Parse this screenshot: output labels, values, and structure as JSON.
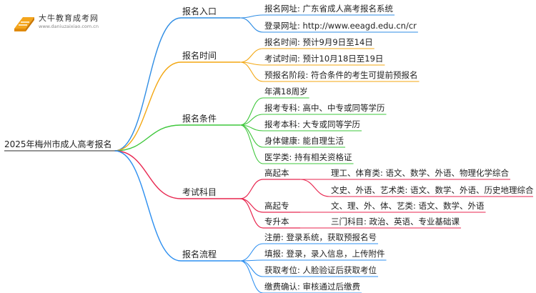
{
  "brand": {
    "name": "大牛教育成考网",
    "url_text": "www.daniuzaixiao.com.cn"
  },
  "root": {
    "label": "2025年梅州市成人高考报名"
  },
  "branches": [
    {
      "label": "报名入口",
      "color": "#2f8de4",
      "children": [
        {
          "label": "报名网址: 广东省成人高考报名系统"
        },
        {
          "label": "登录网址: http://www.eeagd.edu.cn/cr"
        }
      ]
    },
    {
      "label": "报名时间",
      "color": "#f3a712",
      "children": [
        {
          "label": "报名时间: 预计9月9日至14日"
        },
        {
          "label": "考试时间: 预计10月18日至19日"
        },
        {
          "label": "预报名阶段: 符合条件的考生可提前预报名"
        }
      ]
    },
    {
      "label": "报名条件",
      "color": "#3ec73b",
      "children": [
        {
          "label": "年满18周岁"
        },
        {
          "label": "报考专科: 高中、中专或同等学历"
        },
        {
          "label": "报考本科: 大专或同等学历"
        },
        {
          "label": "身体健康: 能自理生活"
        },
        {
          "label": "医学类: 持有相关资格证"
        }
      ]
    },
    {
      "label": "考试科目",
      "color": "#e8264f",
      "children": [
        {
          "label": "高起本",
          "children": [
            {
              "label": "理工、体育类: 语文、数学、外语、物理化学综合"
            },
            {
              "label": "文史、外语、艺术类: 语文、数学、外语、历史地理综合"
            }
          ]
        },
        {
          "label": "高起专",
          "children": [
            {
              "label": "文、理、外、体、艺类: 语文、数学、外语"
            }
          ]
        },
        {
          "label": "专升本",
          "children": [
            {
              "label": "三门科目: 政治、英语、专业基础课"
            }
          ]
        }
      ]
    },
    {
      "label": "报名流程",
      "color": "#2d8ff0",
      "children": [
        {
          "label": "注册: 登录系统，获取预报名号"
        },
        {
          "label": "填报: 登录，录入信息，上传附件"
        },
        {
          "label": "获取考位: 人脸验证后获取考位"
        },
        {
          "label": "缴费确认: 审核通过后缴费"
        }
      ]
    }
  ]
}
